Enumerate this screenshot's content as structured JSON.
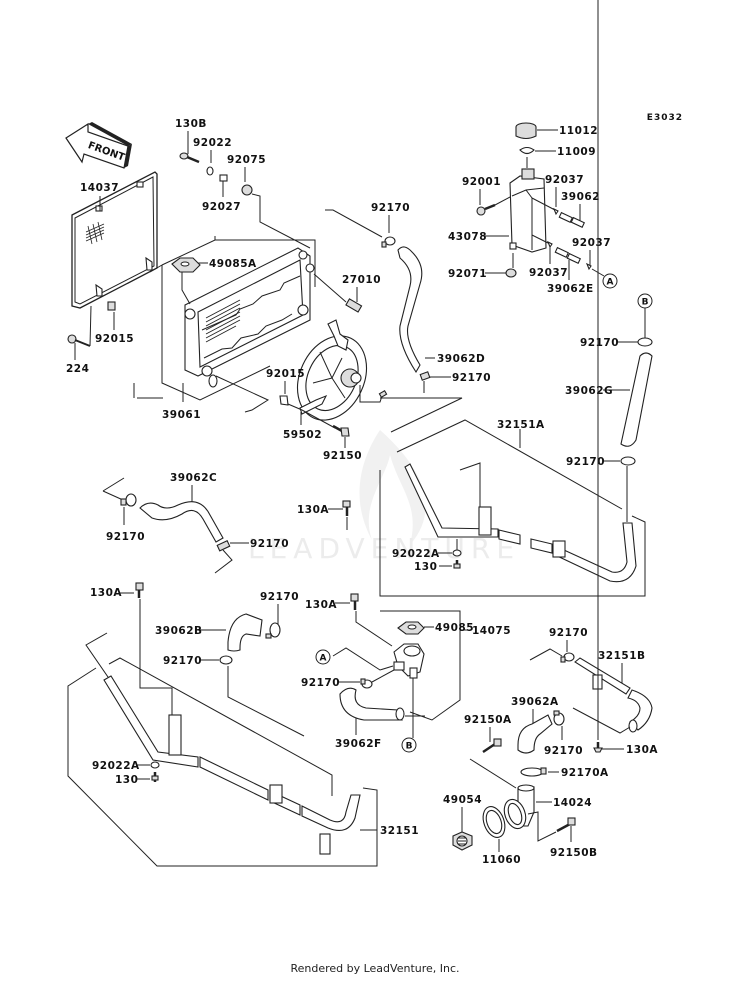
{
  "diagram_code": "E3032",
  "front_arrow_label": "FRONT",
  "watermark": "LEADVENTURE",
  "footer": "Rendered by LeadVenture, Inc.",
  "ref_markers": {
    "a": "A",
    "b": "B"
  },
  "labels": {
    "p130B": "130B",
    "p92022": "92022",
    "p92075": "92075",
    "p92027": "92027",
    "p14037": "14037",
    "p49085A": "49085A",
    "p92015_left": "92015",
    "p224": "224",
    "p39061": "39061",
    "p27010": "27010",
    "p92170_top": "92170",
    "p39062D": "39062D",
    "p92170_d": "92170",
    "p92015_fan": "92015",
    "p59502": "59502",
    "p92150": "92150",
    "p11012": "11012",
    "p11009": "11009",
    "p92001": "92001",
    "p92037_a": "92037",
    "p39062": "39062",
    "p43078": "43078",
    "p92037_b": "92037",
    "p92071": "92071",
    "p92037_c": "92037",
    "p39062E": "39062E",
    "p92170_g1": "92170",
    "p39062G": "39062G",
    "p92170_g2": "92170",
    "p32151A": "32151A",
    "p92022A_r": "92022A",
    "p130_r": "130",
    "p130A_mid": "130A",
    "p39062C": "39062C",
    "p92170_c1": "92170",
    "p92170_c2": "92170",
    "p130A_left": "130A",
    "p92170_b1": "92170",
    "p39062B": "39062B",
    "p92170_b2": "92170",
    "p130A_cap": "130A",
    "p49085": "49085",
    "p14075": "14075",
    "p92170_f": "92170",
    "p39062F": "39062F",
    "p92170_sb": "92170",
    "p32151B": "32151B",
    "p39062A": "39062A",
    "p92150A": "92150A",
    "p92170_a": "92170",
    "p130A_right": "130A",
    "p92170A": "92170A",
    "p92022A_l": "92022A",
    "p130_l": "130",
    "p32151": "32151",
    "p49054": "49054",
    "p14024": "14024",
    "p11060": "11060",
    "p92150B": "92150B"
  }
}
